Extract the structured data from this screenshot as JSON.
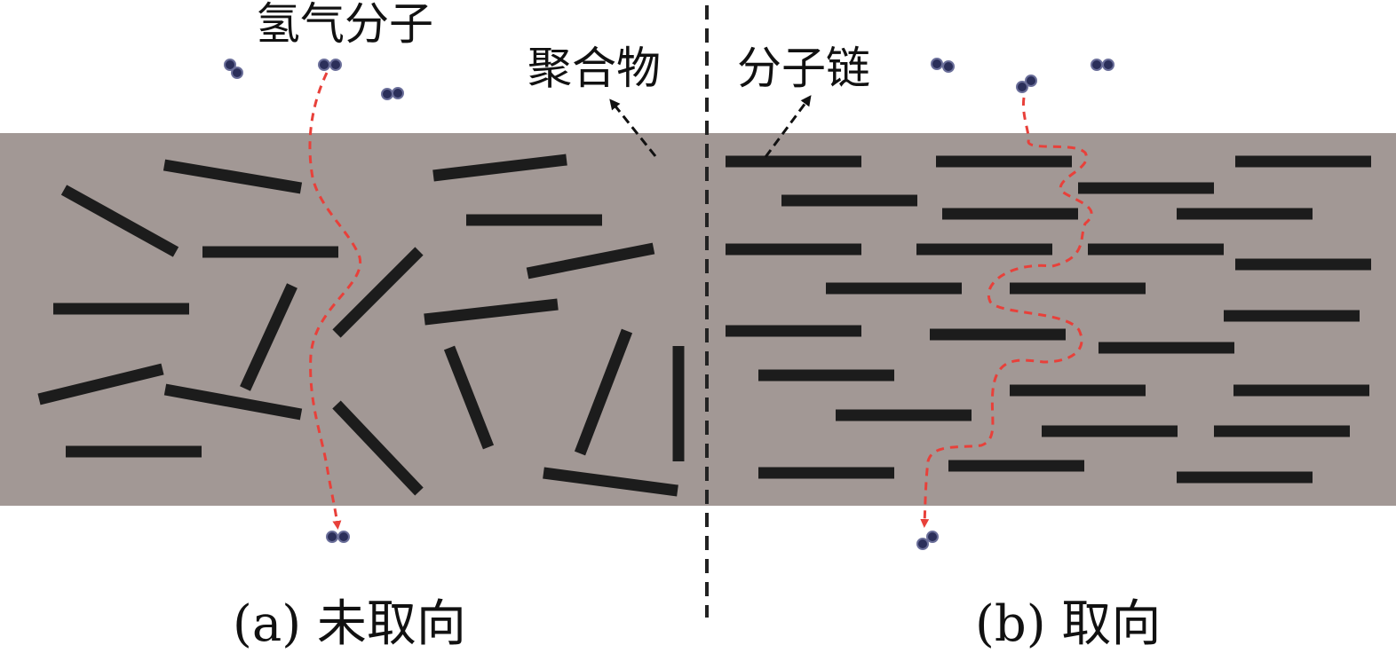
{
  "labels": {
    "hydrogen_molecule": "氢气分子",
    "polymer": "聚合物",
    "molecular_chain": "分子链"
  },
  "captions": {
    "a": "(a) 未取向",
    "b": "(b) 取向"
  },
  "colors": {
    "matrix": "#a29895",
    "chain": "#1c1c1c",
    "path": "#e8403a",
    "molecule": "#2b2f5a",
    "divider": "#222222"
  }
}
